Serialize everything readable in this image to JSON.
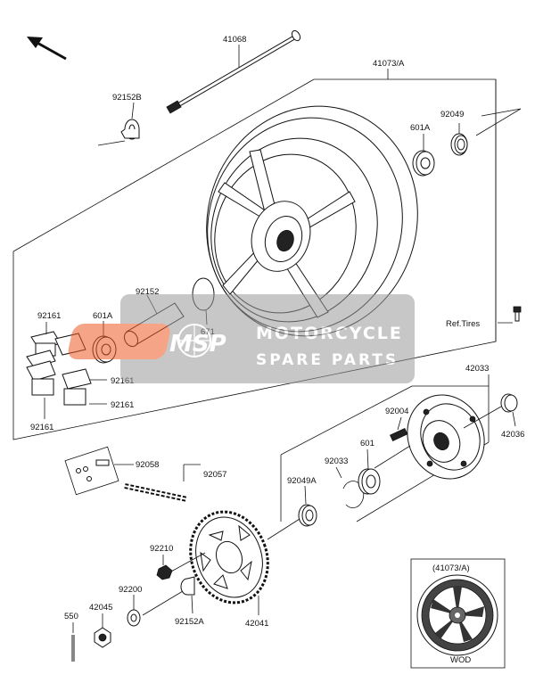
{
  "labels": {
    "p41068": "41068",
    "p41073A": "41073/A",
    "p92152B": "92152B",
    "p92049": "92049",
    "p601A_top": "601A",
    "p92152": "92152",
    "p92161_a": "92161",
    "p601A_mid": "601A",
    "p671": "671",
    "ref_tires": "Ref.Tires",
    "p92161_b": "92161",
    "p92161_c": "92161",
    "p92161_d": "92161",
    "p42033": "42033",
    "p92004": "92004",
    "p42036": "42036",
    "p92033": "92033",
    "p601": "601",
    "p92058": "92058",
    "p92057": "92057",
    "p92049A": "92049A",
    "p92210": "92210",
    "p92200": "92200",
    "p42045": "42045",
    "p550": "550",
    "p92152A": "92152A",
    "p42041": "42041",
    "inset_title": "(41073/A)",
    "inset_caption": "WOD"
  },
  "watermark": {
    "logo": "MSP",
    "line1": "MOTORCYCLE",
    "line2": "SPARE PARTS"
  },
  "colors": {
    "accent": "#f05a28",
    "line": "#111111"
  }
}
